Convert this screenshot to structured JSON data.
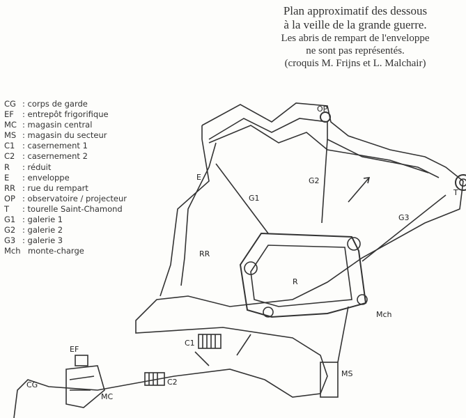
{
  "title": {
    "line1": "Plan approximatif des dessous",
    "line2": "à la veille de la grande guerre.",
    "line3": "Les abris de rempart de l'enveloppe",
    "line4": "ne sont pas représentés.",
    "line5": "(croquis M. Frijns et L. Malchair)"
  },
  "legend": [
    {
      "code": "CG",
      "label": ": corps de garde"
    },
    {
      "code": "EF",
      "label": ": entrepôt frigorifique"
    },
    {
      "code": "MC",
      "label": ": magasin central"
    },
    {
      "code": "MS",
      "label": ": magasin du secteur"
    },
    {
      "code": "C1",
      "label": ": casernement 1"
    },
    {
      "code": "C2",
      "label": ": casernement 2"
    },
    {
      "code": "R",
      "label": ": réduit"
    },
    {
      "code": "E",
      "label": ": enveloppe"
    },
    {
      "code": "RR",
      "label": ": rue du rempart"
    },
    {
      "code": "OP",
      "label": ": observatoire / projecteur"
    },
    {
      "code": "T",
      "label": ": tourelle Saint-Chamond"
    },
    {
      "code": "G1",
      "label": ": galerie 1"
    },
    {
      "code": "G2",
      "label": ": galerie 2"
    },
    {
      "code": "G3",
      "label": ": galerie 3"
    },
    {
      "code": "Mch",
      "label": "monte-charge"
    }
  ],
  "map_labels": {
    "op": "OP",
    "e": "E",
    "g1": "G1",
    "g2": "G2",
    "g3": "G3",
    "t": "T",
    "rr": "RR",
    "r": "R",
    "mch": "Mch",
    "c1": "C1",
    "c2": "C2",
    "ef": "EF",
    "cg": "CG",
    "mc": "MC",
    "ms": "MS"
  }
}
